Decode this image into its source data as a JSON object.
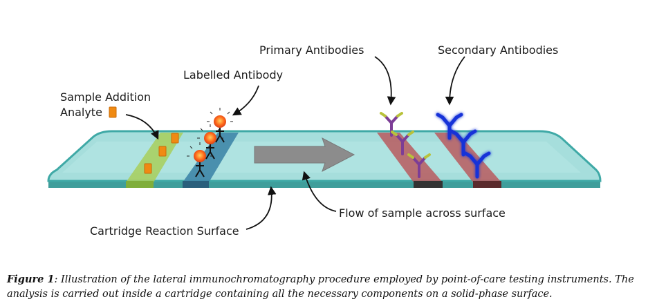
{
  "labels": {
    "primary_antibodies": "Primary Antibodies",
    "secondary_antibodies": "Secondary Antibodies",
    "labelled_antibody": "Labelled Antibody",
    "sample_addition": "Sample Addition",
    "analyte": "Analyte",
    "flow": "Flow of sample across surface",
    "cartridge": "Cartridge Reaction Surface"
  },
  "caption": {
    "figure": "Figure 1",
    "text": ": Illustration of the lateral immunochromatography procedure employed by point-of-care testing instruments. The analysis is carried out inside a cartridge containing all the necessary components on a solid-phase surface."
  },
  "colors": {
    "strip": "#a9dfde",
    "strip_edge": "#3fa9a6",
    "sample_band": "#a8cf5a",
    "label_band": "#3f86a8",
    "test_band": "#b85a5e",
    "analyte": "#f08a12",
    "primary_antibody": "#7c3d96",
    "primary_tip": "#b8c23a",
    "secondary_antibody": "#1833d8",
    "arrow": "#8c8c8c"
  }
}
